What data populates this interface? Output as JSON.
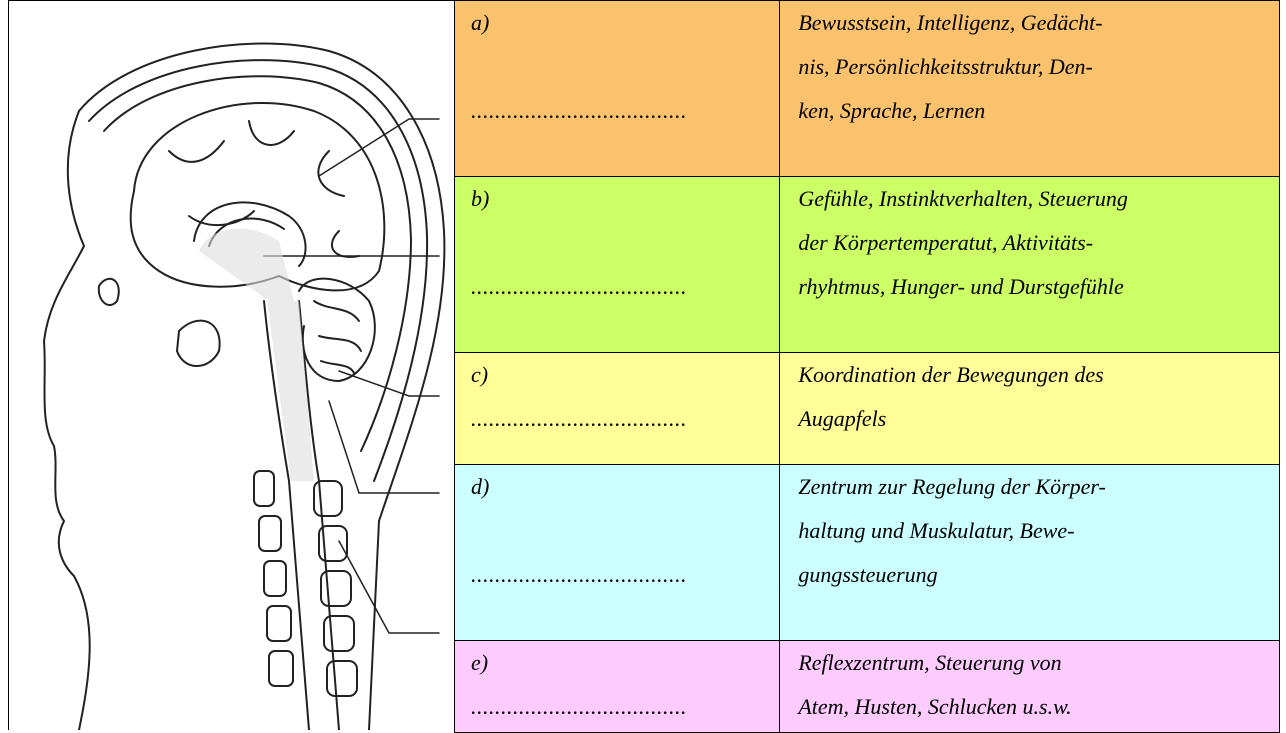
{
  "colors": {
    "a": "#fbc26e",
    "b": "#ccfe66",
    "c": "#fffe99",
    "d": "#ccffff",
    "e": "#fecbfe"
  },
  "image": {
    "icon": "head-brain-sagittal-section-illustration"
  },
  "rows": [
    {
      "letter": "a)",
      "blank": "....................................",
      "lines": [
        "Bewusstsein, Intelligenz, Gedächt-",
        "nis, Persönlichkeitsstruktur, Den-",
        "ken, Sprache, Lernen"
      ]
    },
    {
      "letter": "b)",
      "blank": "....................................",
      "lines": [
        "Gefühle, Instinktverhalten, Steuerung",
        "der Körpertemperatut, Aktivitäts-",
        "rhyhtmus, Hunger- und Durstgefühle"
      ]
    },
    {
      "letter": "c)",
      "blank": "....................................",
      "lines": [
        "Koordination der Bewegungen des",
        "Augapfels"
      ]
    },
    {
      "letter": "d)",
      "blank": "....................................",
      "lines": [
        "Zentrum zur Regelung der Körper-",
        "haltung und Muskulatur, Bewe-",
        "gungssteuerung"
      ]
    },
    {
      "letter": "e)",
      "blank": "....................................",
      "lines": [
        " Reflexzentrum, Steuerung von",
        "Atem, Husten, Schlucken u.s.w."
      ]
    }
  ]
}
